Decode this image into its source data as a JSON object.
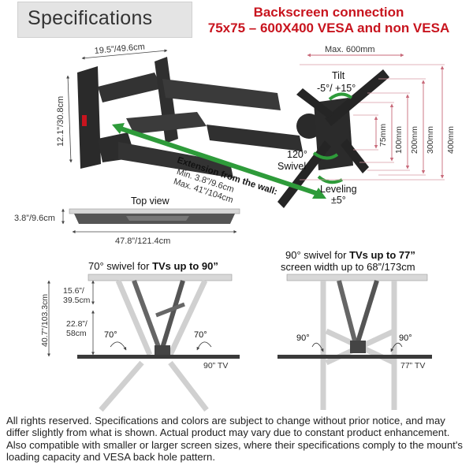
{
  "header": {
    "title": "Specifications",
    "vesa_line1": "Backscreen connection",
    "vesa_line2": "75x75 – 600X400 VESA and non VESA"
  },
  "main_view": {
    "arm_width": "19.5”/49.6cm",
    "arm_height": "12.1”/30.8cm",
    "max_width": "Max. 600mm",
    "tilt_label": "Tilt",
    "tilt_range": "-5°/ +15°",
    "swivel_angle": "120°",
    "swivel_label": "Swivel",
    "leveling_label": "Leveling",
    "leveling_range": "±5°",
    "extension_title": "Extension from the wall:",
    "extension_min": "Min. 3.8”/9.6cm",
    "extension_max": "Max. 41”/104cm",
    "vesa_heights": [
      "75mm",
      "100mm",
      "200mm",
      "300mm",
      "400mm"
    ]
  },
  "top_view": {
    "label": "Top view",
    "depth": "3.8”/9.6cm",
    "width": "47.8”/121.4cm"
  },
  "swivel_left": {
    "title_prefix": "70° swivel for ",
    "title_bold": "TVs",
    "title_suffix": " up to 90”",
    "height_total": "40.7”/103.3cm",
    "upper_seg_line1": "15.6”/",
    "upper_seg_line2": "39.5cm",
    "lower_seg_line1": "22.8”/",
    "lower_seg_line2": "58cm",
    "angle_left": "70°",
    "angle_right": "70°",
    "tv_label": "90” TV"
  },
  "swivel_right": {
    "title_prefix": "90° swivel for ",
    "title_bold": "TVs",
    "title_suffix": " up to 77”",
    "subtitle": "screen width up to 68”/173cm",
    "angle_left": "90°",
    "angle_right": "90°",
    "tv_label": "77” TV"
  },
  "footer_text": "All rights reserved. Specifications and colors are subject to change without prior notice, and may differ slightly from what is shown. Actual product may vary due to constant product enhancement. Also compatible with smaller or larger screen sizes, where their specifications comply to the mount's loading capacity and VESA back hole pattern.",
  "colors": {
    "accent_red": "#c8141e",
    "arrow_green": "#2e9b3a",
    "mount_dark": "#2a2a2a",
    "dimension_pink": "#d99aa4"
  }
}
